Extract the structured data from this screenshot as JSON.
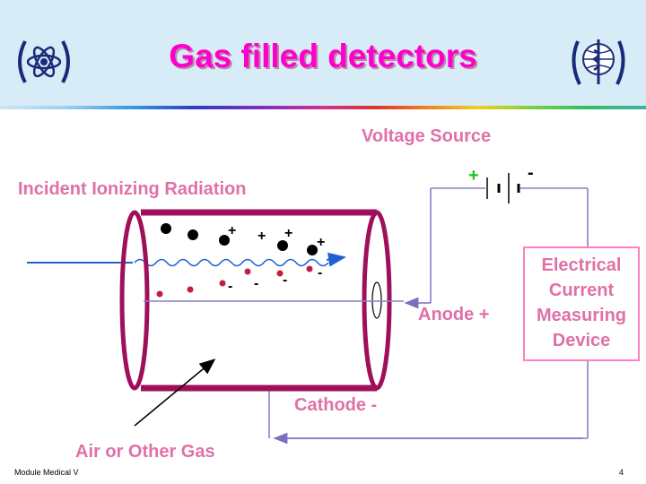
{
  "header": {
    "title": "Gas filled detectors"
  },
  "logos": {
    "left": "iaea-atom-logo-icon",
    "right": "who-emblem-logo-icon"
  },
  "diagram": {
    "voltage_source": "Voltage Source",
    "incident_radiation": "Incident Ionizing Radiation",
    "plus_sign": "+",
    "minus_sign": "-",
    "device_line1": "Electrical",
    "device_line2": "Current",
    "device_line3": "Measuring",
    "device_line4": "Device",
    "anode": "Anode +",
    "cathode": "Cathode -",
    "gas": "Air or Other Gas"
  },
  "footer": {
    "module": "Module Medical V",
    "page": "4"
  },
  "colors": {
    "title": "#ff00cc",
    "tube": "#a0105a",
    "wire": "#8a7fc8",
    "arrow": "#2060d0",
    "label": "#e070a8",
    "device_border": "#ff80c0",
    "plus_green": "#20c020"
  }
}
